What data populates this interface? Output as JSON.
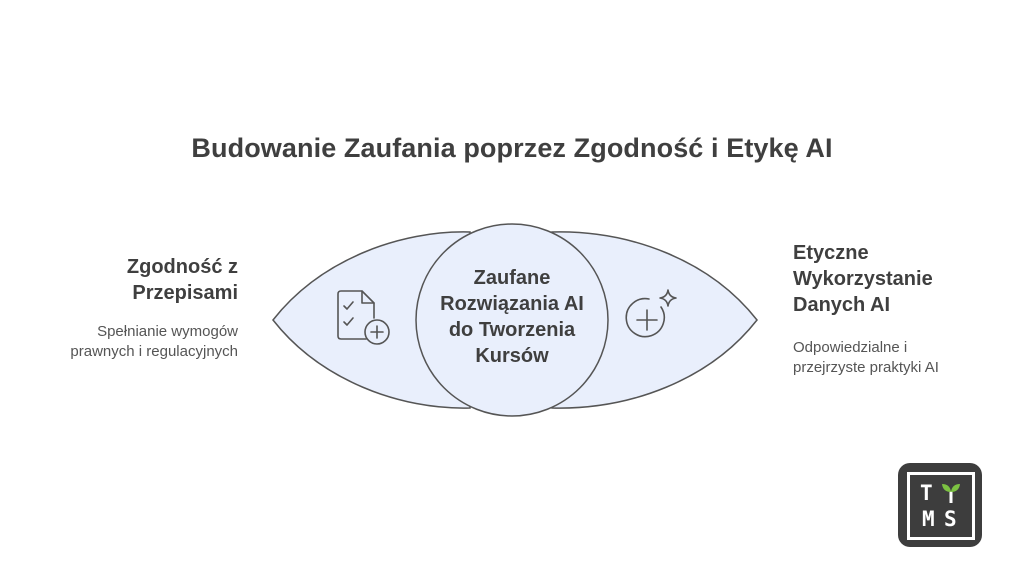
{
  "title": "Budowanie Zaufania poprzez Zgodność i Etykę AI",
  "center": {
    "label": "Zaufane Rozwiązania AI do Tworzenia Kursów"
  },
  "left": {
    "title": "Zgodność z Przepisami",
    "description": "Spełnianie wymogów prawnych i regulacyjnych",
    "icon": "document-check-plus-icon"
  },
  "right": {
    "title": "Etyczne Wykorzystanie Danych AI",
    "description": "Odpowiedzialne i przejrzyste praktyki AI",
    "icon": "plus-sparkle-icon"
  },
  "logo": {
    "letters": [
      "T",
      "M",
      "S"
    ],
    "icon": "sprout-icon"
  },
  "colors": {
    "shape_fill": "#e9effc",
    "shape_stroke": "#555555",
    "text": "#3f3f3f",
    "logo_bg": "#3d3d3d",
    "logo_sprout": "#7cc242"
  }
}
